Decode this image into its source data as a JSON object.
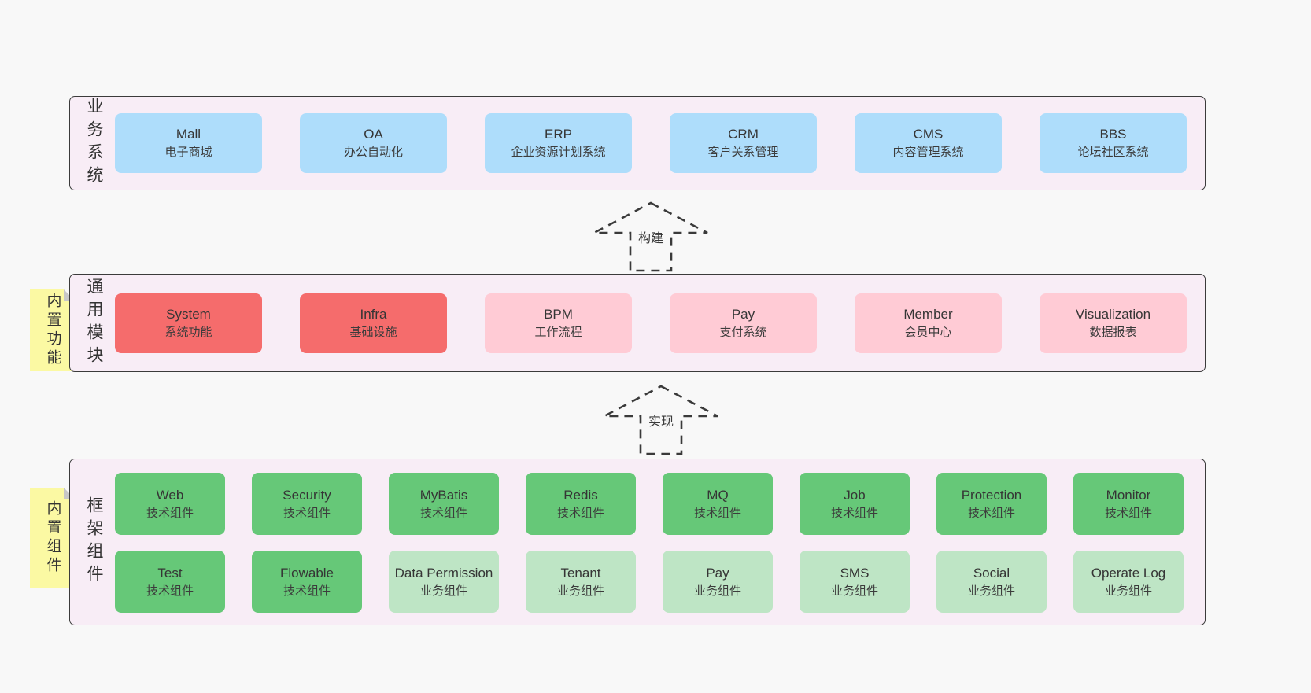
{
  "colors": {
    "page_bg": "#f8f8f8",
    "section_bg": "#f8edf6",
    "section_border": "#3b3b3b",
    "business_box": "#aeddfb",
    "core_module_box": "#f56c6c",
    "optional_module_box": "#ffcbd5",
    "tech_component_box": "#66c878",
    "biz_component_box": "#bee5c5",
    "sticky_note": "#fbf9a3",
    "text": "#353535"
  },
  "arrows": [
    {
      "label": "构建"
    },
    {
      "label": "实现"
    }
  ],
  "sections": {
    "business": {
      "side_label": "业务系统",
      "boxes": [
        {
          "name": "Mall",
          "desc": "电子商城"
        },
        {
          "name": "OA",
          "desc": "办公自动化"
        },
        {
          "name": "ERP",
          "desc": "企业资源计划系统"
        },
        {
          "name": "CRM",
          "desc": "客户关系管理"
        },
        {
          "name": "CMS",
          "desc": "内容管理系统"
        },
        {
          "name": "BBS",
          "desc": "论坛社区系统"
        }
      ]
    },
    "modules": {
      "sticky": "内置功能",
      "side_label": "通用模块",
      "boxes": [
        {
          "name": "System",
          "desc": "系统功能"
        },
        {
          "name": "Infra",
          "desc": "基础设施"
        },
        {
          "name": "BPM",
          "desc": "工作流程"
        },
        {
          "name": "Pay",
          "desc": "支付系统"
        },
        {
          "name": "Member",
          "desc": "会员中心"
        },
        {
          "name": "Visualization",
          "desc": "数据报表"
        }
      ]
    },
    "components": {
      "sticky": "内置组件",
      "side_label": "框架组件",
      "row1": [
        {
          "name": "Web",
          "desc": "技术组件"
        },
        {
          "name": "Security",
          "desc": "技术组件"
        },
        {
          "name": "MyBatis",
          "desc": "技术组件"
        },
        {
          "name": "Redis",
          "desc": "技术组件"
        },
        {
          "name": "MQ",
          "desc": "技术组件"
        },
        {
          "name": "Job",
          "desc": "技术组件"
        },
        {
          "name": "Protection",
          "desc": "技术组件"
        },
        {
          "name": "Monitor",
          "desc": "技术组件"
        }
      ],
      "row2": [
        {
          "name": "Test",
          "desc": "技术组件"
        },
        {
          "name": "Flowable",
          "desc": "技术组件"
        },
        {
          "name": "Data Permission",
          "desc": "业务组件"
        },
        {
          "name": "Tenant",
          "desc": "业务组件"
        },
        {
          "name": "Pay",
          "desc": "业务组件"
        },
        {
          "name": "SMS",
          "desc": "业务组件"
        },
        {
          "name": "Social",
          "desc": "业务组件"
        },
        {
          "name": "Operate Log",
          "desc": "业务组件"
        }
      ]
    }
  }
}
